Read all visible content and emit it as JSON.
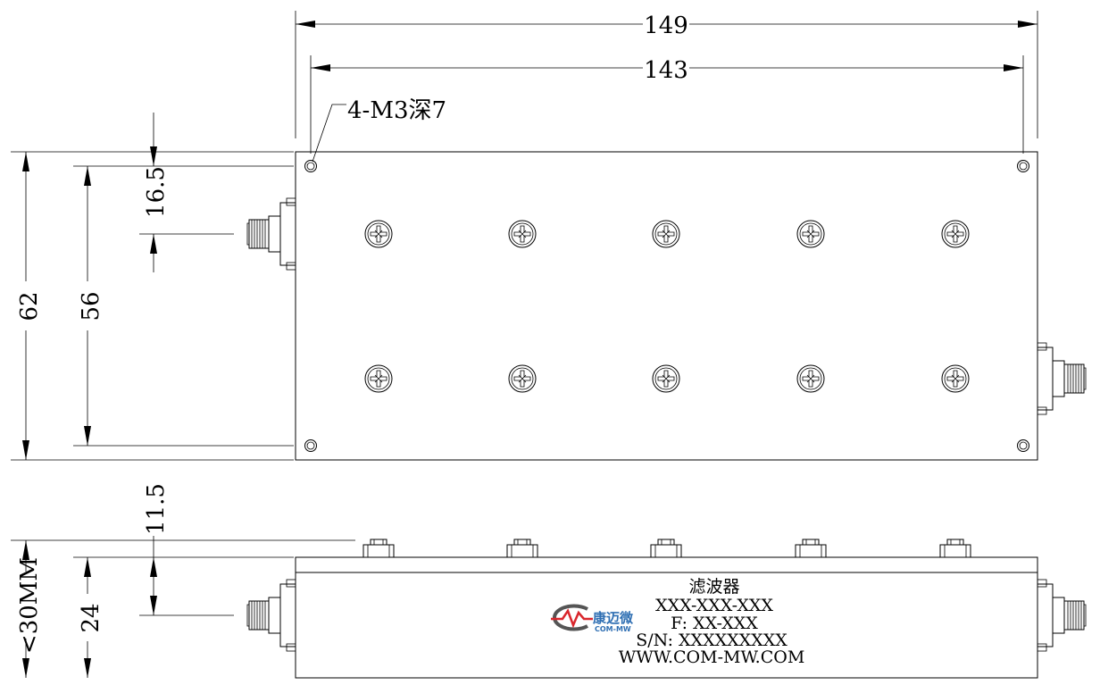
{
  "top_view": {
    "dim_overall_length": "149",
    "dim_hole_spacing_length": "143",
    "hole_note": "4-M3深7",
    "dim_overall_width": "62",
    "dim_hole_spacing_width": "56",
    "dim_connector_offset": "16.5"
  },
  "side_view": {
    "dim_max_height": "<30MM",
    "dim_body_height": "24",
    "dim_connector_height": "11.5"
  },
  "product_label": {
    "name": "滤波器",
    "model": "XXX-XXX-XXX",
    "frequency": "F: XX-XXX",
    "serial": "S/N: XXXXXXXXX",
    "website": "WWW.COM-MW.COM"
  },
  "logo": {
    "cn_text": "康迈微",
    "en_text": "COM-MW",
    "colors": {
      "red": "#d9262c",
      "gray": "#555555",
      "blue": "#2f6fb3"
    }
  }
}
